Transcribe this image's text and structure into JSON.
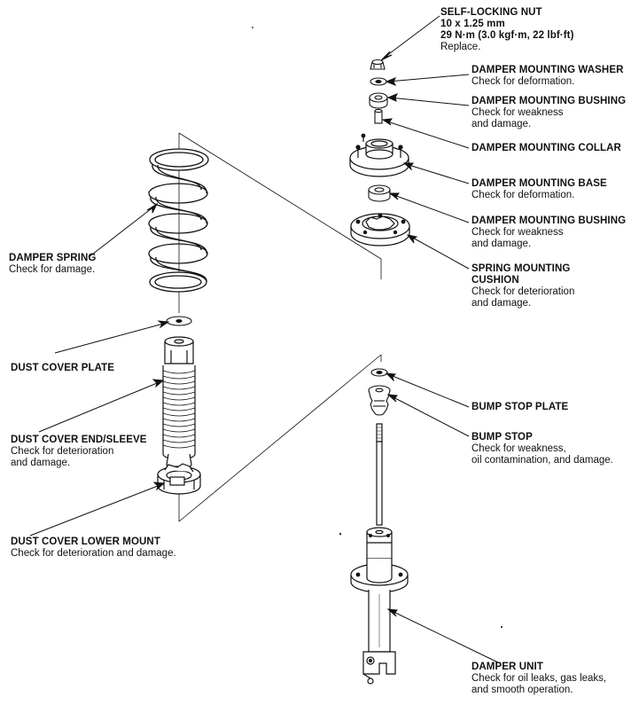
{
  "callouts": {
    "nut": {
      "title": "SELF-LOCKING NUT",
      "spec1": "10 x 1.25 mm",
      "spec2": "29 N·m (3.0 kgf·m, 22 lbf·ft)",
      "note": "Replace."
    },
    "washer": {
      "title": "DAMPER MOUNTING WASHER",
      "note": "Check for deformation."
    },
    "bushing_upper": {
      "title": "DAMPER MOUNTING BUSHING",
      "note1": "Check for weakness",
      "note2": "and damage."
    },
    "collar": {
      "title": "DAMPER MOUNTING COLLAR"
    },
    "base": {
      "title": "DAMPER MOUNTING BASE",
      "note": "Check for deformation."
    },
    "bushing_lower": {
      "title": "DAMPER MOUNTING BUSHING",
      "note1": "Check for weakness",
      "note2": "and damage."
    },
    "cushion": {
      "title1": "SPRING MOUNTING",
      "title2": "CUSHION",
      "note1": "Check for deterioration",
      "note2": "and damage."
    },
    "spring": {
      "title": "DAMPER SPRING",
      "note": "Check for damage."
    },
    "dust_plate": {
      "title": "DUST COVER PLATE"
    },
    "dust_sleeve": {
      "title": "DUST COVER END/SLEEVE",
      "note1": "Check for deterioration",
      "note2": "and damage."
    },
    "dust_mount": {
      "title": "DUST COVER LOWER MOUNT",
      "note": "Check for deterioration and damage."
    },
    "bump_plate": {
      "title": "BUMP STOP PLATE"
    },
    "bump_stop": {
      "title": "BUMP STOP",
      "note1": "Check for weakness,",
      "note2": "oil contamination, and damage."
    },
    "damper": {
      "title": "DAMPER UNIT",
      "note1": "Check for oil leaks, gas leaks,",
      "note2": "and smooth operation."
    }
  }
}
